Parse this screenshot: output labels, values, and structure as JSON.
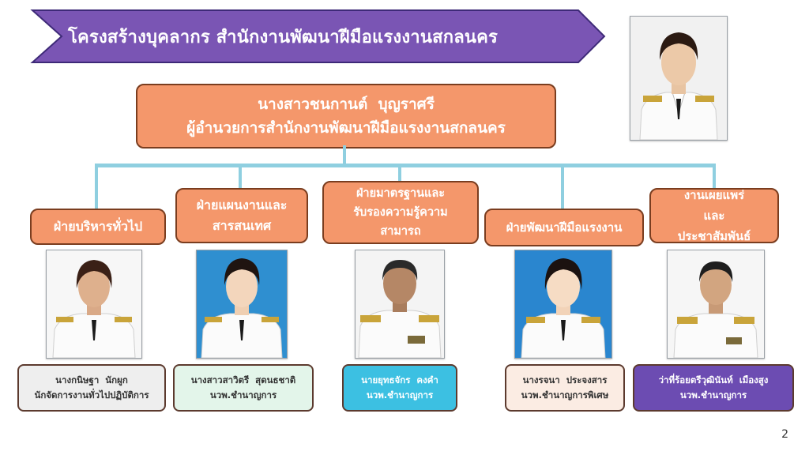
{
  "title": "โครงสร้างบุคลากร สำนักงานพัฒนาฝีมือแรงงานสกลนคร",
  "director": {
    "name": "นางสาวชนกานต์  บุญราศรี",
    "position": "ผู้อำนวยการสำนักงานพัฒนาฝีมือแรงงานสกลนคร"
  },
  "divisions": [
    {
      "label": "ฝ่ายบริหารทั่วไป",
      "person": {
        "name": "นางกนิษฐา  นักผูก",
        "position": "นักจัดการงานทั่วไปปฏิบัติการ"
      }
    },
    {
      "label": "ฝ่ายแผนงานและสารสนเทศ",
      "person": {
        "name": "นางสาวสาวิตรี  สุดนธชาติ",
        "position": "นวพ.ชำนาญการ"
      }
    },
    {
      "label": "ฝ่ายมาตรฐานและรับรองความรู้ความสามารถ",
      "person": {
        "name": "นายยุทธจักร  คงคำ",
        "position": "นวพ.ชำนาญการ"
      }
    },
    {
      "label": "ฝ่ายพัฒนาฝีมือแรงงาน",
      "person": {
        "name": "นางรจนา  ประจงสาร",
        "position": "นวพ.ชำนาญการพิเศษ"
      }
    },
    {
      "label": "งานเผยแพร่และประชาสัมพันธ์",
      "person": {
        "name": "ว่าที่ร้อยตรีวุฒินันท์  เมืองสูง",
        "position": "นวพ.ชำนาญการ"
      }
    }
  ],
  "page_number": "2",
  "colors": {
    "banner": "#7a55b4",
    "box_fill": "#f4976b",
    "connector": "#8fcfe0",
    "card_gray": "#eeeeee",
    "card_mint": "#e3f5ea",
    "card_cyan": "#3cc0e2",
    "card_pink": "#fbece3",
    "card_purple": "#6c4cb2"
  }
}
